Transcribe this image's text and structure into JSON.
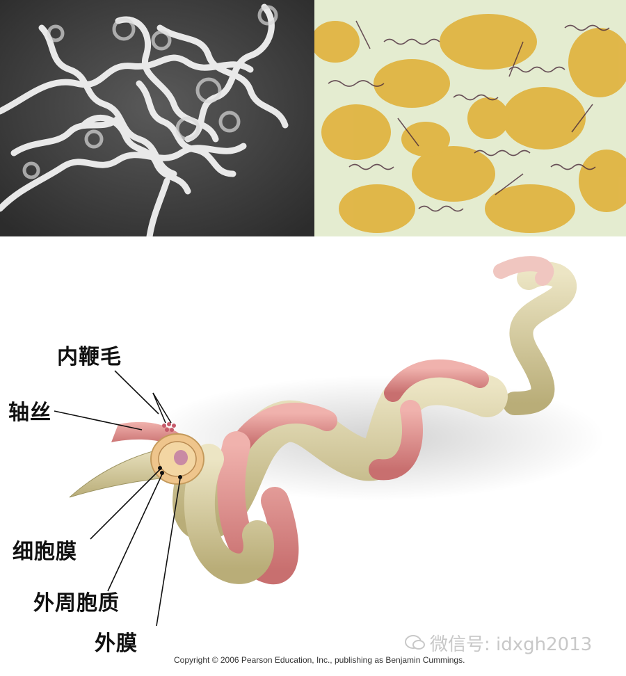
{
  "images": {
    "sem_micrograph": "scanning-electron-micrograph-spirochetes",
    "stained_micrograph": "silver-stain-spirochetes"
  },
  "labels": {
    "endoflagella": "内鞭毛",
    "axial_filament": "轴丝",
    "cytoplasmic_membrane": "细胞膜",
    "periplasm": "外周胞质",
    "outer_membrane": "外膜"
  },
  "copyright": "Copyright © 2006 Pearson Education, Inc., publishing as Benjamin Cummings.",
  "watermark": "微信号: idxgh2013",
  "colors": {
    "body_tan": "#d8cfa4",
    "sheath_pink": "#d98c8c",
    "cross_section": "#efc58c",
    "label_text": "#111111",
    "stain_yellow": "#e2b23a"
  }
}
